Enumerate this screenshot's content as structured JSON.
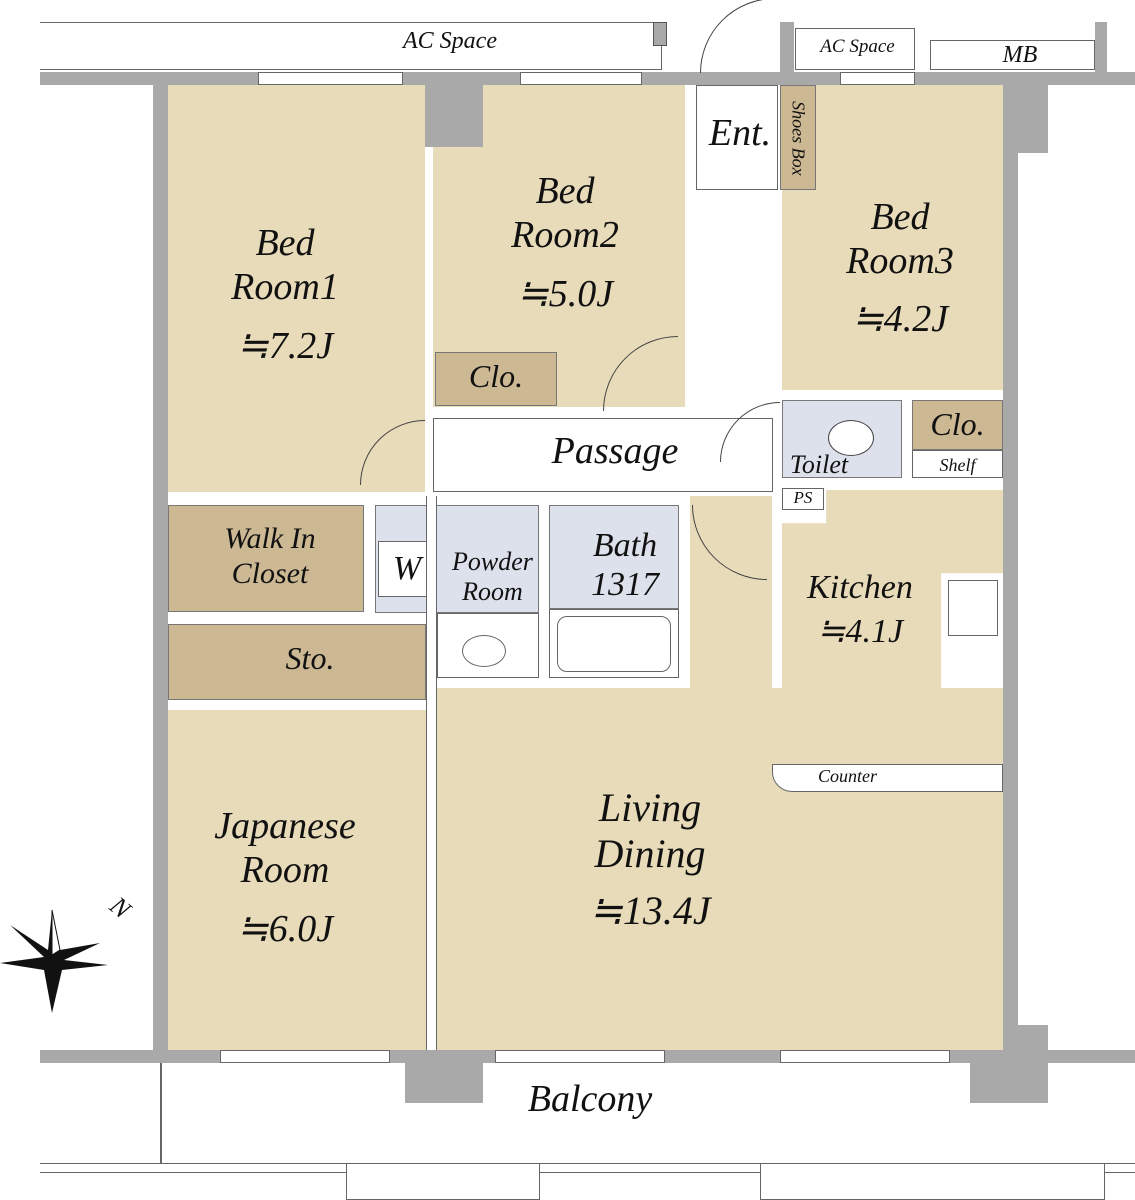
{
  "rooms": {
    "ac_space_1": "AC Space",
    "ac_space_2": "AC Space",
    "mb": "MB",
    "entrance": "Ent.",
    "shoes_box": "Shoes Box",
    "bedroom1": {
      "name": "Bed\nRoom1",
      "size": "≒7.2J"
    },
    "bedroom2": {
      "name": "Bed\nRoom2",
      "size": "≒5.0J"
    },
    "bedroom3": {
      "name": "Bed\nRoom3",
      "size": "≒4.2J"
    },
    "closet_bed2": "Clo.",
    "closet_bed3": "Clo.",
    "shelf": "Shelf",
    "passage": "Passage",
    "toilet": "Toilet",
    "ps": "PS",
    "walk_in_closet": "Walk In\nCloset",
    "washer": "W",
    "powder_room": "Powder\nRoom",
    "bath": "Bath\n1317",
    "storage": "Sto.",
    "kitchen": {
      "name": "Kitchen",
      "size": "≒4.1J"
    },
    "counter": "Counter",
    "japanese_room": {
      "name": "Japanese\nRoom",
      "size": "≒6.0J"
    },
    "living_dining": {
      "name": "Living\nDining",
      "size": "≒13.4J"
    },
    "balcony": "Balcony"
  },
  "compass": {
    "label": "N"
  },
  "colors": {
    "floor": "#e8dbb9",
    "closet": "#ccb893",
    "wet": "#dde1ec",
    "wall": "#a9a9a9"
  }
}
